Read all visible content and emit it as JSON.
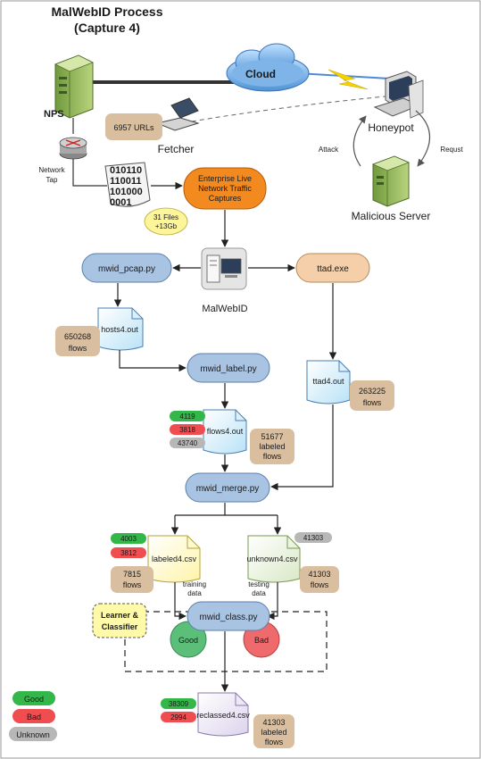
{
  "title": {
    "line1": "MalWebID Process",
    "line2": "(Capture 4)"
  },
  "labels": {
    "nps": "NPS",
    "cloud": "Cloud",
    "honeypot": "Honeypot",
    "fetcher": "Fetcher",
    "urls": "6957 URLs",
    "network_tap_1": "Network",
    "network_tap_2": "Tap",
    "attack": "Attack",
    "request": "Requst",
    "malicious_server": "Malicious Server",
    "binary": [
      "010110",
      "110011",
      "101000",
      "0001"
    ],
    "captures": [
      "Enterprise Live",
      "Network Traffic",
      "Captures"
    ],
    "files": [
      "31 Files",
      "+13Gb"
    ],
    "malwebid": "MalWebID"
  },
  "processes": {
    "pcap": "mwid_pcap.py",
    "ttad": "ttad.exe",
    "label": "mwid_label.py",
    "merge": "mwid_merge.py",
    "class": "mwid_class.py"
  },
  "files": {
    "hosts": {
      "name": "hosts4.out",
      "count": "650268",
      "unit": "flows"
    },
    "ttad_out": {
      "name": "ttad4.out",
      "count": "263225",
      "unit": "flows"
    },
    "flows": {
      "name": "flows4.out",
      "count": "51677",
      "unit1": "labeled",
      "unit2": "flows",
      "good": "4119",
      "bad": "3818",
      "unknown": "43740"
    },
    "labeled": {
      "name": "labeled4.csv",
      "count": "7815",
      "unit": "flows",
      "good": "4003",
      "bad": "3812",
      "note1": "training",
      "note2": "data"
    },
    "unknown": {
      "name": "unknown4.csv",
      "count": "41303",
      "unit": "flows",
      "badge": "41303",
      "note1": "testing",
      "note2": "data"
    },
    "reclassed": {
      "name": "reclassed4.csv",
      "count": "41303",
      "unit1": "labeled",
      "unit2": "flows",
      "good": "38309",
      "bad": "2994"
    }
  },
  "learner": {
    "line1": "Learner &",
    "line2": "Classifier"
  },
  "classes": {
    "good": "Good",
    "bad": "Bad"
  },
  "legend": {
    "good": "Good",
    "bad": "Bad",
    "unknown": "Unknown"
  },
  "colors": {
    "process_fill": "#a9c4e2",
    "process_stroke": "#5b7fa8",
    "tan": "#d9bf9f",
    "good": "#33b749",
    "bad": "#ef4d50",
    "unknown": "#b7b7b7",
    "orange": "#f28a1f",
    "yellow": "#fcf59a",
    "learner": "#fffaa8"
  }
}
